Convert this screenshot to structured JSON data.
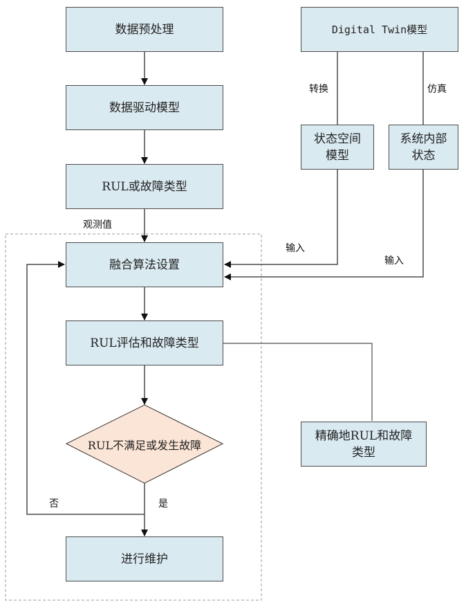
{
  "diagram": {
    "nodes": {
      "preprocess": "数据预处理",
      "data_driven_model": "数据驱动模型",
      "rul_or_fault": "RUL或故障类型",
      "digital_twin": "Digital Twin模型",
      "state_space_model": [
        "状态空间",
        "模型"
      ],
      "system_internal_state": [
        "系统内部",
        "状态"
      ],
      "fusion_setup": "融合算法设置",
      "rul_eval": "RUL评估和故障类型",
      "decision": "RUL不满足或发生故障",
      "precise_result": [
        "精确地RUL和故障",
        "类型"
      ],
      "maintenance": "进行维护"
    },
    "edge_labels": {
      "convert": "转换",
      "simulate": "仿真",
      "observation": "观测值",
      "input_1": "输入",
      "input_2": "输入",
      "no": "否",
      "yes": "是"
    },
    "colors": {
      "box_fill": "#daeaf1",
      "decision_fill": "#fbe5d6",
      "stroke": "#4a4a4a",
      "dashed_group": "#9a9a9a"
    }
  }
}
